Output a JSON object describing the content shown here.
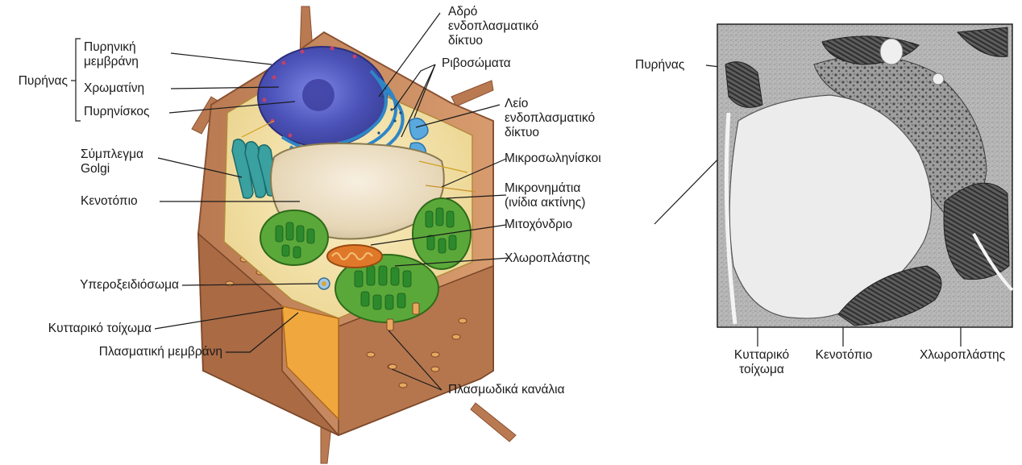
{
  "cell_labels": {
    "nucleus": "Πυρήνας",
    "nuclear_membrane": "Πυρηνική\nμεμβράνη",
    "chromatin": "Χρωματίνη",
    "nucleolus": "Πυρηνίσκος",
    "golgi": "Σύμπλεγμα\nGolgi",
    "vacuole": "Κενοτόπιο",
    "peroxisome": "Υπεροξειδιόσωμα",
    "cell_wall": "Κυτταρικό τοίχωμα",
    "plasma_membrane": "Πλασματική μεμβράνη",
    "rough_er": "Αδρό\nενδοπλασματικό\nδίκτυο",
    "ribosomes": "Ριβοσώματα",
    "smooth_er": "Λείο\nενδοπλασματικό\nδίκτυο",
    "microtubules": "Μικροσωληνίσκοι",
    "microfilaments": "Μικρονημάτια\n(ινίδια ακτίνης)",
    "mitochondrion": "Μιτοχόνδριο",
    "chloroplast": "Χλωροπλάστης",
    "plasmodesmata": "Πλασμωδικά κανάλια"
  },
  "micrograph_labels": {
    "nucleus": "Πυρήνας",
    "cell_wall": "Κυτταρικό\nτοίχωμα",
    "vacuole": "Κενοτόπιο",
    "chloroplast": "Χλωροπλάστης"
  },
  "colors": {
    "wall": "#c98a5e",
    "wall_dark": "#8a5232",
    "cytoplasm": "#f4e3a6",
    "nucleus": "#5c63c8",
    "er": "#2f86c6",
    "vacuole": "#e9dcc0",
    "chloroplast": "#5ba83a",
    "mitochondrion": "#e0782a",
    "micrograph_bg": "#d8d8d8"
  }
}
